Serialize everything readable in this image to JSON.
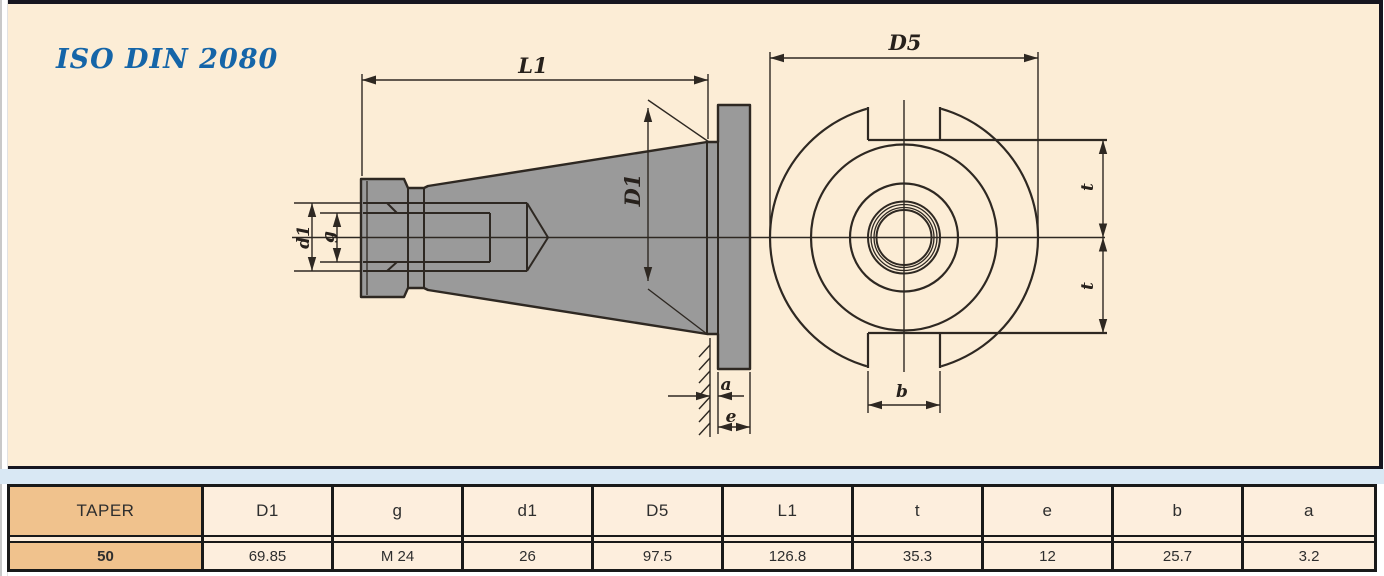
{
  "title": "ISO DIN 2080",
  "colors": {
    "panel_bg": "#fcedd6",
    "accent_blue": "#1565a8",
    "blue_strip": "#d9e8f4",
    "taper_cell_bg": "#f0c28d",
    "cell_bg": "#fdeedd",
    "part_gray": "#9a9a9a",
    "line_dark": "#2e2822"
  },
  "drawing": {
    "labels": {
      "L1": "L1",
      "D1": "D1",
      "d1": "d1",
      "g": "g",
      "a": "a",
      "e": "e",
      "D5": "D5",
      "t_upper": "t",
      "t_lower": "t",
      "b": "b"
    }
  },
  "table": {
    "headers": [
      "TAPER",
      "D1",
      "g",
      "d1",
      "D5",
      "L1",
      "t",
      "e",
      "b",
      "a"
    ],
    "values": [
      "50",
      "69.85",
      "M 24",
      "26",
      "97.5",
      "126.8",
      "35.3",
      "12",
      "25.7",
      "3.2"
    ]
  }
}
